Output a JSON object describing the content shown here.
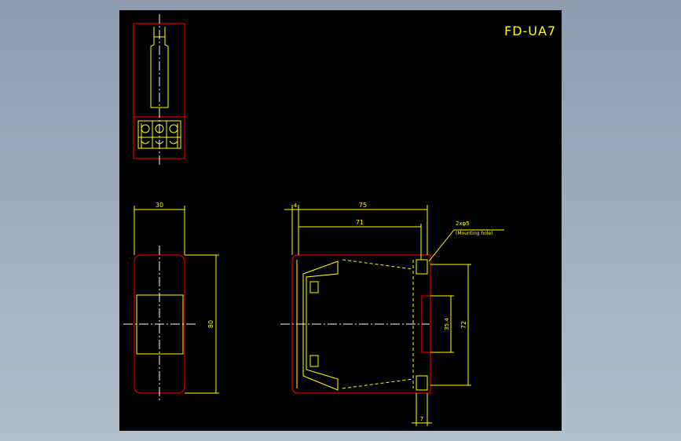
{
  "title": "FD-UA7",
  "dimensions": {
    "front_width": "30",
    "front_height": "80",
    "side_overall": "75",
    "side_inner": "71",
    "side_offset": "4",
    "side_height": "72",
    "slot_height": "35.4",
    "bottom_width": "7"
  },
  "annotation": {
    "hole_spec": "2xφ5",
    "hole_note": "(Mounting hole)"
  },
  "colors": {
    "background": "#000000",
    "outline": "#ff0000",
    "dimension": "#ffff00",
    "centerline": "#ffffff"
  }
}
